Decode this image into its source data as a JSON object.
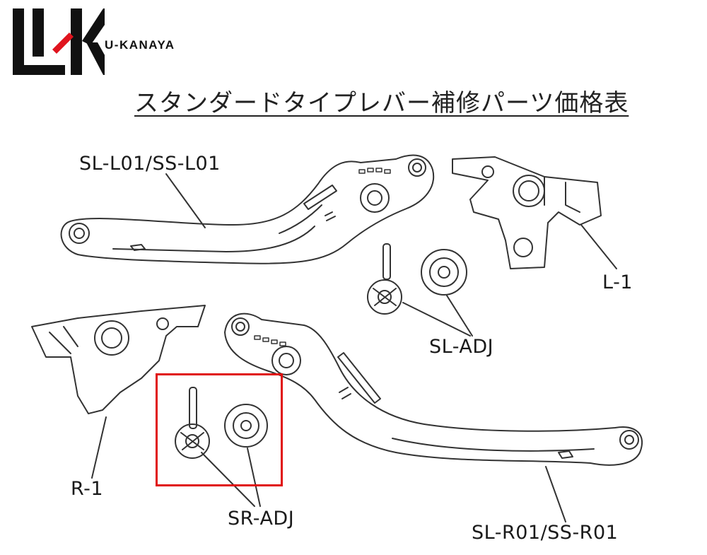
{
  "brand": {
    "logo_text": "U-KANAYA",
    "logo_monogram": "UK",
    "accent_color": "#e0141e"
  },
  "title": "スタンダードタイプレバー補修パーツ価格表",
  "labels": {
    "lever_left": "SL-L01/SS-L01",
    "holder_left": "L-1",
    "adjuster_left": "SL-ADJ",
    "holder_right": "R-1",
    "adjuster_right": "SR-ADJ",
    "lever_right": "SL-R01/SS-R01"
  },
  "highlight_color": "#e01010"
}
